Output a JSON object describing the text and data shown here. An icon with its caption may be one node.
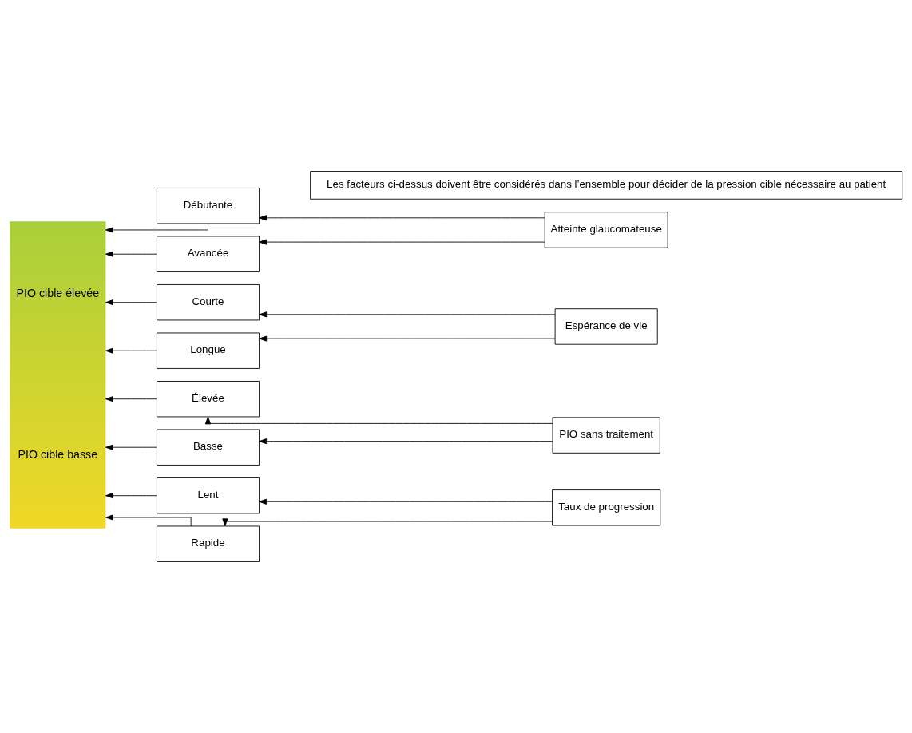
{
  "diagram": {
    "nodes": [
      {
        "text": [
          "PIO cible élevée",
          "PIO cible basse"
        ]
      },
      {
        "text": [
          "Débutante"
        ]
      },
      {
        "text": [
          "Courte"
        ]
      },
      {
        "text": [
          "Élevée"
        ]
      },
      {
        "text": [
          "Lent"
        ]
      },
      {
        "text": [
          "Atteinte glaucomateuse"
        ]
      },
      {
        "text": [
          "Espérance de vie"
        ]
      },
      {
        "text": [
          "PIO sans traitement"
        ]
      },
      {
        "text": [
          "Taux de progression"
        ]
      },
      {
        "text": [
          "Avancée"
        ]
      },
      {
        "text": [
          "Longue"
        ]
      },
      {
        "text": [
          "Basse"
        ]
      },
      {
        "text": [
          "Rapide"
        ]
      },
      {
        "text": [
          "Les facteurs ci-dessus doivent être considérés dans l’ensemble pour décider de la pression cible nécessaire au patient"
        ]
      }
    ],
    "edges": [
      {
        "from": 5,
        "to": 1,
        "arrow": "to"
      },
      {
        "from": 5,
        "to": 9,
        "arrow": "to"
      },
      {
        "from": 6,
        "to": 2,
        "arrow": "to"
      },
      {
        "from": 6,
        "to": 10,
        "arrow": "to"
      },
      {
        "from": 7,
        "to": 3,
        "arrow": "to"
      },
      {
        "from": 7,
        "to": 11,
        "arrow": "to"
      },
      {
        "from": 8,
        "to": 4,
        "arrow": "to"
      },
      {
        "from": 8,
        "to": 12,
        "arrow": "to"
      },
      {
        "from": 1,
        "to": 0,
        "arrow": "to"
      },
      {
        "from": 2,
        "to": 0,
        "arrow": "to"
      },
      {
        "from": 3,
        "to": 0,
        "arrow": "to"
      },
      {
        "from": 4,
        "to": 0,
        "arrow": "to"
      },
      {
        "from": 9,
        "to": 0,
        "arrow": "to"
      },
      {
        "from": 10,
        "to": 0,
        "arrow": "to"
      },
      {
        "from": 11,
        "to": 0,
        "arrow": "to"
      },
      {
        "from": 12,
        "to": 0,
        "arrow": "to"
      }
    ]
  }
}
